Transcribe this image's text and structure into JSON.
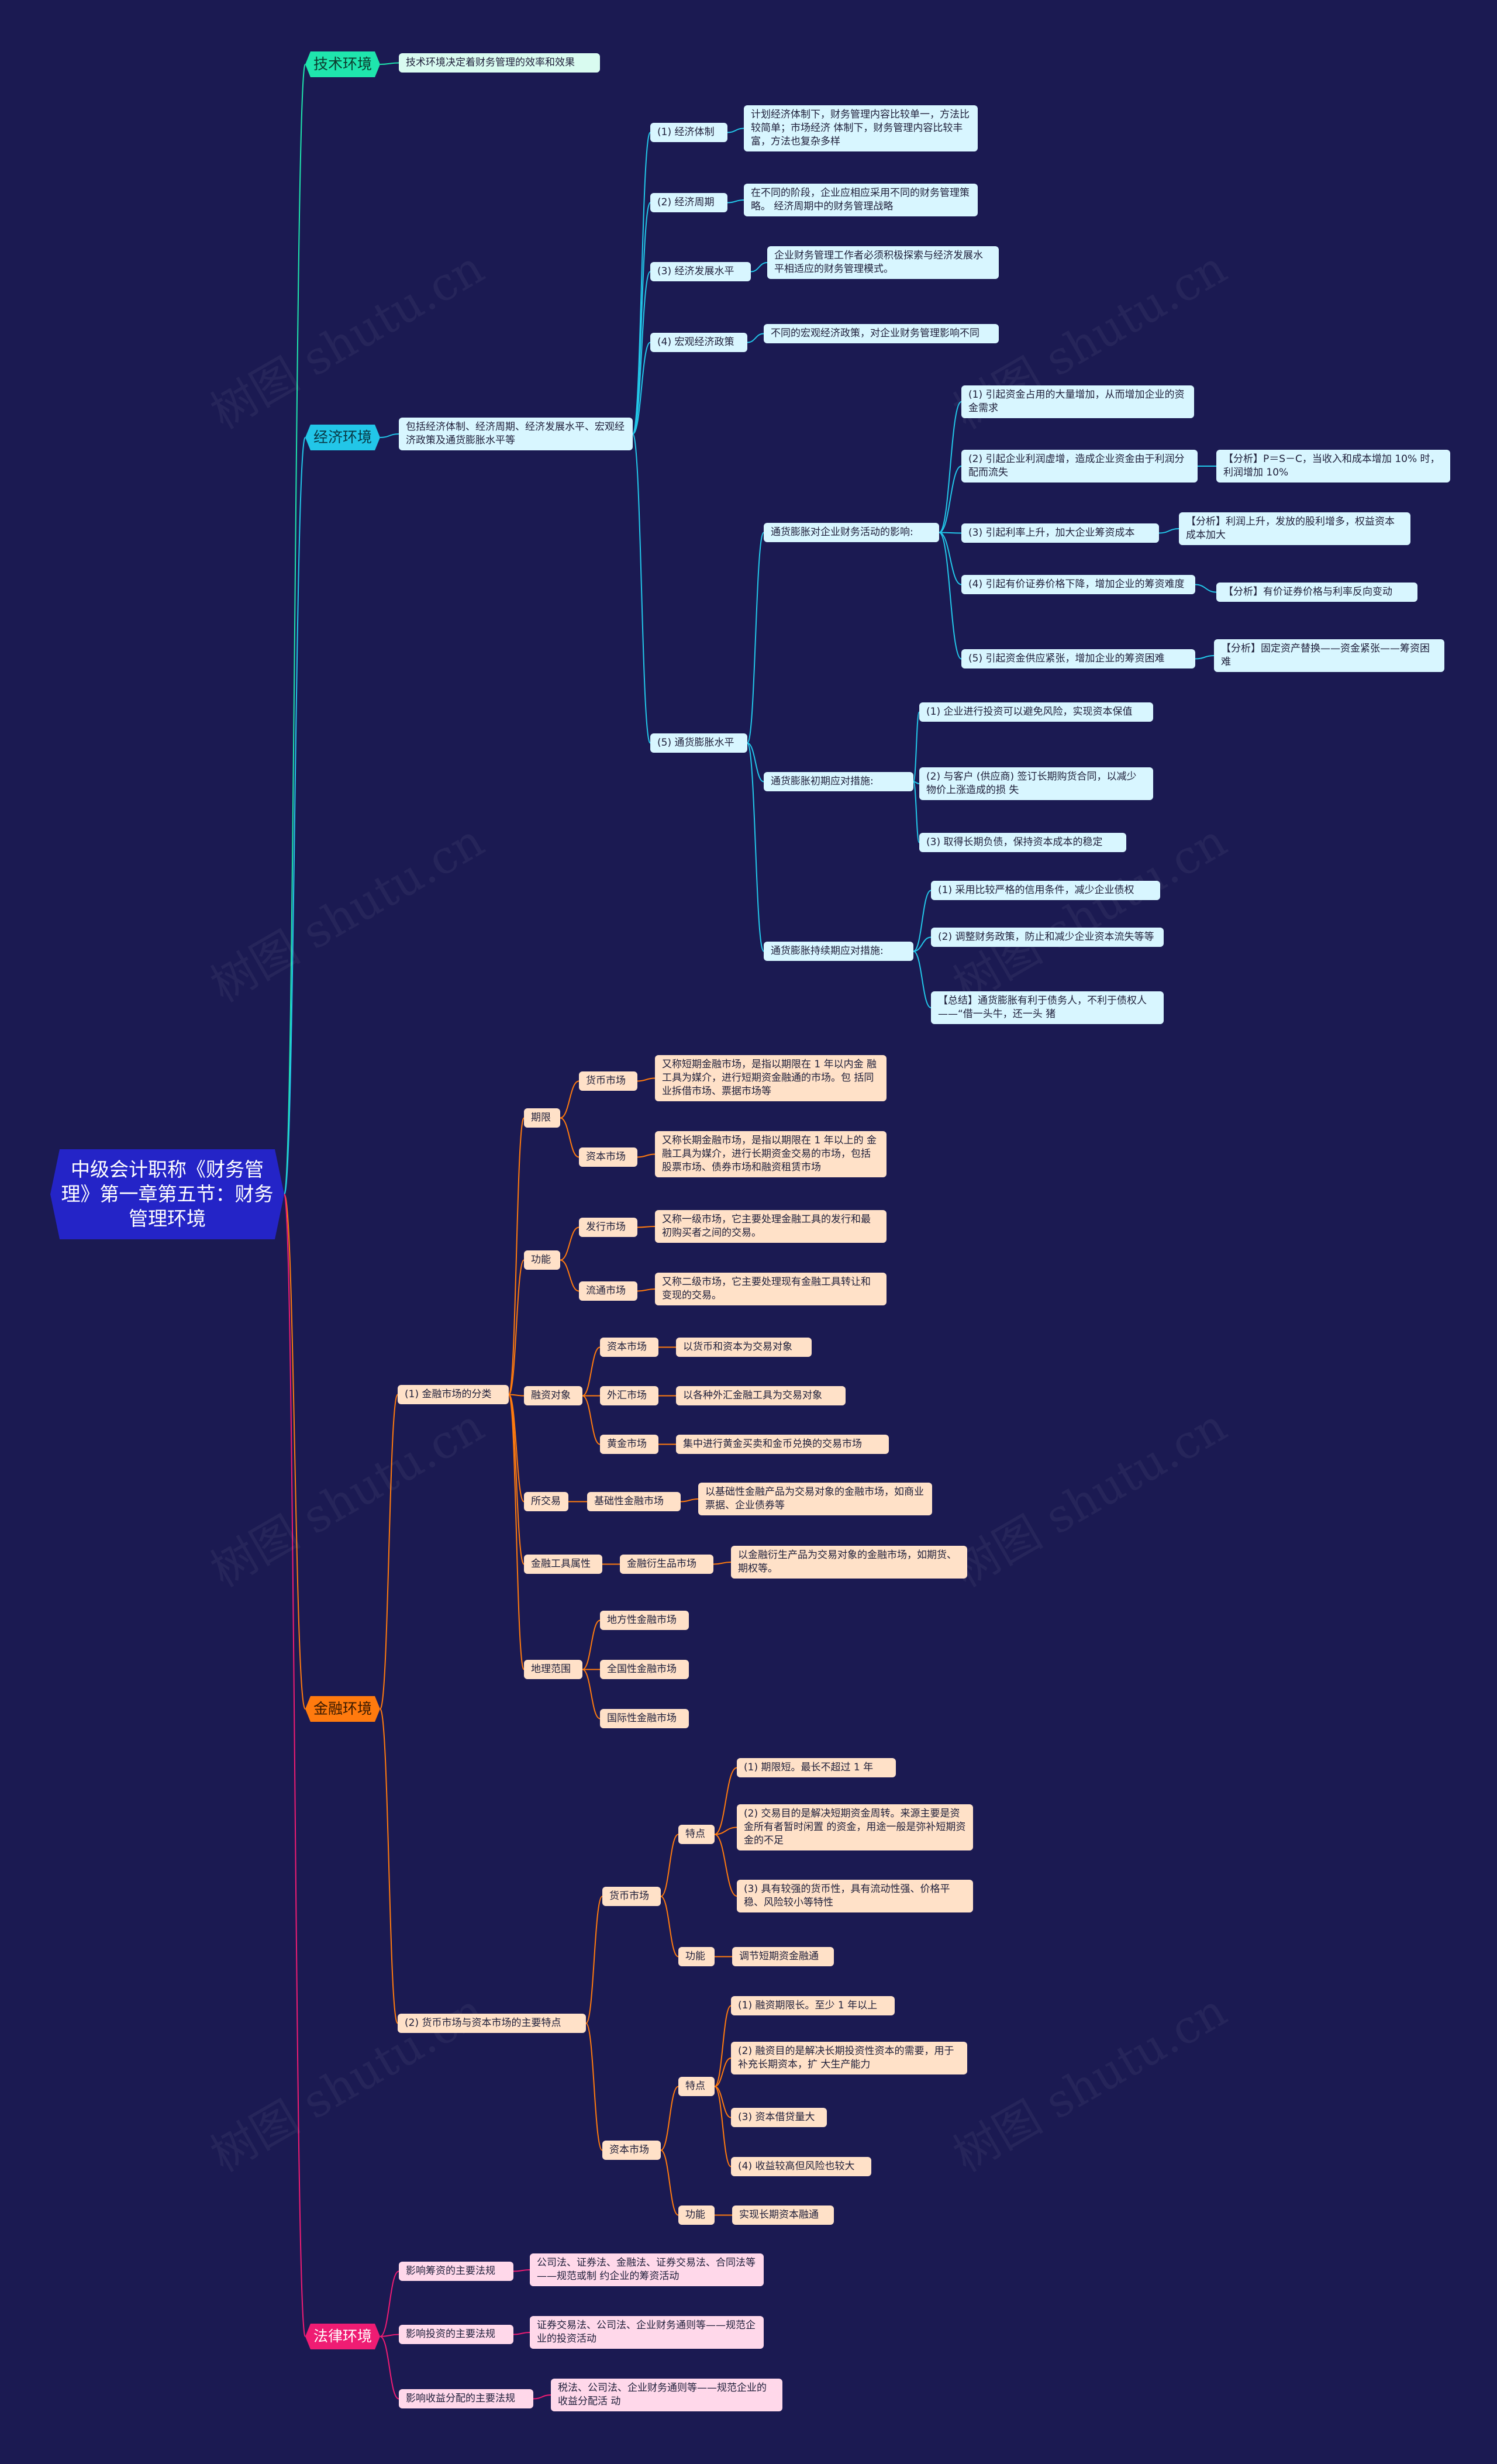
{
  "root": {
    "title": "中级会计职称《财务管理》第一章第五节：财务管理环境"
  },
  "watermark": "树图 shutu.cn",
  "colors": {
    "teal": "#1fe5ad",
    "cyan": "#22c6e8",
    "orange": "#ff7a0e",
    "pink": "#ef1c73"
  },
  "tech": {
    "label": "技术环境",
    "desc": "技术环境决定着财务管理的效率和效果"
  },
  "econ": {
    "label": "经济环境",
    "desc": "包括经济体制、经济周期、经济发展水平、宏观经济政策及通货膨胀水平等",
    "items": [
      {
        "label": "(1) 经济体制",
        "desc": "计划经济体制下，财务管理内容比较单一，方法比较简单；市场经济 体制下，财务管理内容比较丰富，方法也复杂多样"
      },
      {
        "label": "(2) 经济周期",
        "desc": "在不同的阶段，企业应相应采用不同的财务管理策略。 经济周期中的财务管理战略"
      },
      {
        "label": "(3) 经济发展水平",
        "desc": "企业财务管理工作者必须积极探索与经济发展水平相适应的财务管理模式。"
      },
      {
        "label": "(4) 宏观经济政策",
        "desc": "不同的宏观经济政策，对企业财务管理影响不同"
      }
    ],
    "inflation": {
      "label": "(5) 通货膨胀水平",
      "impact": {
        "label": "通货膨胀对企业财务活动的影响:",
        "items": [
          {
            "text": "(1) 引起资金占用的大量增加，从而增加企业的资金需求",
            "note": ""
          },
          {
            "text": "(2) 引起企业利润虚增，造成企业资金由于利润分配而流失",
            "note": "【分析】P＝S－C，当收入和成本增加 10% 时，利润增加 10%"
          },
          {
            "text": "(3) 引起利率上升，加大企业筹资成本",
            "note": "【分析】利润上升，发放的股利增多，权益资本成本加大"
          },
          {
            "text": "(4) 引起有价证券价格下降，增加企业的筹资难度",
            "note": "【分析】有价证券价格与利率反向变动"
          },
          {
            "text": "(5) 引起资金供应紧张，增加企业的筹资困难",
            "note": "【分析】固定资产替换——资金紧张——筹资困难"
          }
        ]
      },
      "early": {
        "label": "通货膨胀初期应对措施:",
        "items": [
          "(1) 企业进行投资可以避免风险，实现资本保值",
          "(2) 与客户 (供应商) 签订长期购货合同，以减少物价上涨造成的损 失",
          "(3) 取得长期负债，保持资本成本的稳定"
        ]
      },
      "ongoing": {
        "label": "通货膨胀持续期应对措施:",
        "items": [
          "(1) 采用比较严格的信用条件，减少企业债权",
          "(2) 调整财务政策，防止和减少企业资本流失等等",
          "【总结】通货膨胀有利于债务人，不利于债权人——“借一头牛，还一头 猪"
        ]
      }
    }
  },
  "fin": {
    "label": "金融环境",
    "classify": {
      "label": "(1) 金融市场的分类",
      "term": {
        "label": "期限",
        "items": [
          {
            "label": "货币市场",
            "desc": "又称短期金融市场，是指以期限在 1 年以内金 融工具为媒介，进行短期资金融通的市场。包 括同业拆借市场、票据市场等"
          },
          {
            "label": "资本市场",
            "desc": "又称长期金融市场，是指以期限在 1 年以上的 金融工具为媒介，进行长期资金交易的市场，包括股票市场、债券市场和融资租赁市场"
          }
        ]
      },
      "func": {
        "label": "功能",
        "items": [
          {
            "label": "发行市场",
            "desc": "又称一级市场，它主要处理金融工具的发行和最初购买者之间的交易。"
          },
          {
            "label": "流通市场",
            "desc": "又称二级市场，它主要处理现有金融工具转让和变现的交易。"
          }
        ]
      },
      "object": {
        "label": "融资对象",
        "items": [
          {
            "label": "资本市场",
            "desc": "以货币和资本为交易对象"
          },
          {
            "label": "外汇市场",
            "desc": "以各种外汇金融工具为交易对象"
          },
          {
            "label": "黄金市场",
            "desc": "集中进行黄金买卖和金币兑换的交易市场"
          }
        ]
      },
      "trade": {
        "label": "所交易",
        "item": {
          "label": "基础性金融市场",
          "desc": "以基础性金融产品为交易对象的金融市场，如商业票据、企业债券等"
        }
      },
      "attr": {
        "label": "金融工具属性",
        "item": {
          "label": "金融衍生品市场",
          "desc": "以金融衍生产品为交易对象的金融市场，如期货、期权等。"
        }
      },
      "geo": {
        "label": "地理范围",
        "items": [
          "地方性金融市场",
          "全国性金融市场",
          "国际性金融市场"
        ]
      }
    },
    "features": {
      "label": "(2) 货币市场与资本市场的主要特点",
      "money": {
        "label": "货币市场",
        "traits_label": "特点",
        "traits": [
          "(1) 期限短。最长不超过 1 年",
          "(2) 交易目的是解决短期资金周转。来源主要是资金所有者暂时闲置 的资金，用途一般是弥补短期资金的不足",
          "(3) 具有较强的货币性，具有流动性强、价格平稳、风险较小等特性"
        ],
        "func_label": "功能",
        "func": "调节短期资金融通"
      },
      "capital": {
        "label": "资本市场",
        "traits_label": "特点",
        "traits": [
          "(1) 融资期限长。至少 1 年以上",
          "(2) 融资目的是解决长期投资性资本的需要，用于补充长期资本，扩 大生产能力",
          "(3) 资本借贷量大",
          "(4) 收益较高但风险也较大"
        ],
        "func_label": "功能",
        "func": "实现长期资本融通"
      }
    }
  },
  "law": {
    "label": "法律环境",
    "items": [
      {
        "label": "影响筹资的主要法规",
        "desc": "公司法、证券法、金融法、证券交易法、合同法等——规范或制 约企业的筹资活动"
      },
      {
        "label": "影响投资的主要法规",
        "desc": "证券交易法、公司法、企业财务通则等——规范企业的投资活动"
      },
      {
        "label": "影响收益分配的主要法规",
        "desc": "税法、公司法、企业财务通则等——规范企业的收益分配活 动"
      }
    ]
  }
}
